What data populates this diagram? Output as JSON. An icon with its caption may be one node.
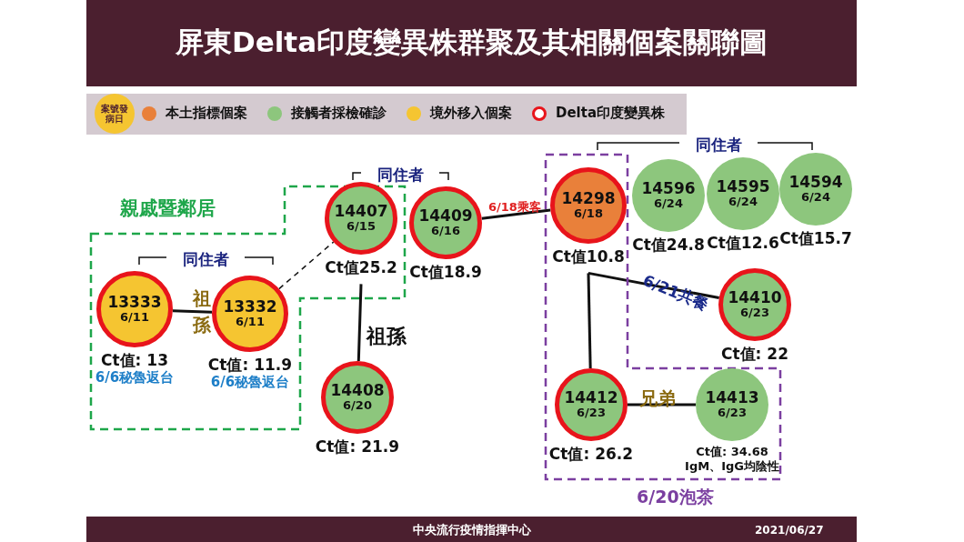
{
  "diagram": {
    "title": "屏東Delta印度變異株群聚及其相關個案關聯圖",
    "nodes": [
      {
        "text": [
          "親戚暨鄰居"
        ]
      },
      {
        "text": [
          "14407",
          "6/15"
        ],
        "beside": [
          "Ct值25.2"
        ],
        "in": 0
      },
      {
        "text": [
          "14409",
          "6/16"
        ],
        "beside": [
          "Ct值18.9"
        ]
      },
      {
        "text": [
          "6/20泡茶"
        ]
      },
      {
        "text": [
          "14298",
          "6/18"
        ],
        "beside": [
          "Ct值10.8"
        ],
        "in": 3
      },
      {
        "text": [
          "14596",
          "6/24"
        ],
        "beside": [
          "Ct值24.8"
        ]
      },
      {
        "text": [
          "14595",
          "6/24"
        ],
        "beside": [
          "Ct值12.6"
        ]
      },
      {
        "text": [
          "14594",
          "6/24"
        ],
        "beside": [
          "Ct值15.7"
        ]
      },
      {
        "text": [
          "13333",
          "6/11"
        ],
        "beside": [
          "Ct值: 13",
          "6/6秘魯返台"
        ],
        "in": 0
      },
      {
        "text": [
          "13332",
          "6/11"
        ],
        "beside": [
          "Ct值: 11.9",
          "6/6秘魯返台"
        ],
        "in": 0
      },
      {
        "text": [
          "14410",
          "6/23"
        ],
        "beside": [
          "Ct值: 22"
        ]
      },
      {
        "text": [
          "14408",
          "6/20"
        ],
        "beside": [
          "Ct值: 21.9"
        ]
      },
      {
        "text": [
          "14412",
          "6/23"
        ],
        "beside": [
          "Ct值: 26.2"
        ],
        "in": 3
      },
      {
        "text": [
          "14413",
          "6/23"
        ],
        "beside": [
          "Ct值: 34.68",
          "IgM、IgG均陰性"
        ],
        "in": 3
      }
    ],
    "edges": [
      {
        "from": 8,
        "to": 9,
        "arrow": "none",
        "label": "祖孫"
      },
      {
        "from": 9,
        "to": 1,
        "arrow": "none",
        "style": "dashed"
      },
      {
        "from": 1,
        "to": 11,
        "arrow": "none",
        "label": "祖孫"
      },
      {
        "from": 2,
        "to": 4,
        "arrow": "none",
        "label": "6/18乘客"
      },
      {
        "from": 4,
        "to": 10,
        "arrow": "none",
        "label": "6/21共餐"
      },
      {
        "from": 4,
        "to": 12,
        "arrow": "none"
      },
      {
        "from": 12,
        "to": 13,
        "arrow": "none",
        "label": "兄弟"
      }
    ],
    "labels": [
      "案號發病日",
      "同住者",
      "同住者",
      "同住者",
      "中央流行疫情指揮中心",
      "2021/06/27"
    ],
    "legend": [
      {
        "text": "本土指標個案",
        "color": "#e9803a"
      },
      {
        "text": "接觸者採檢確診",
        "color": "#8dc67d"
      },
      {
        "text": "境外移入個案",
        "color": "#f5c531"
      },
      {
        "text": "Delta印度變異株"
      }
    ]
  }
}
